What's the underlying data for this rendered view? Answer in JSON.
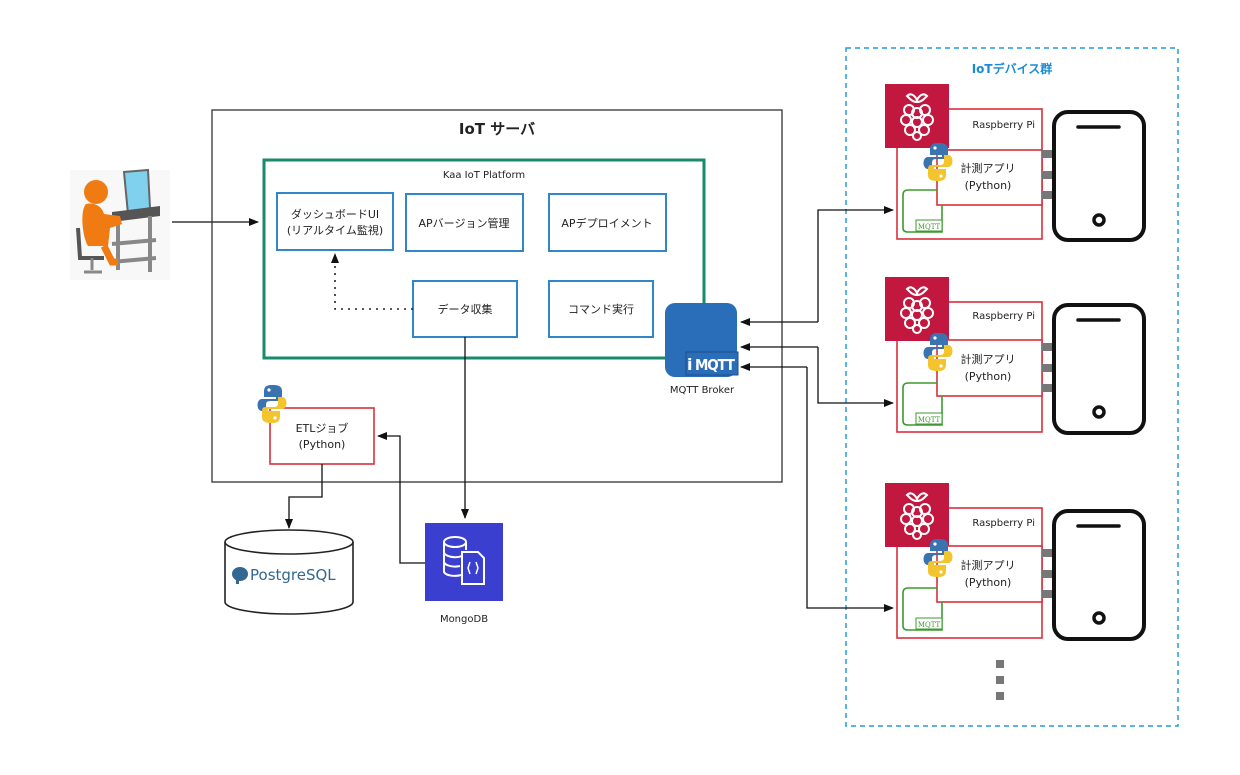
{
  "server": {
    "title": "IoT サーバ",
    "platform": {
      "title": "Kaa IoT Platform",
      "modules": [
        {
          "line1": "ダッシュボードUI",
          "line2": "(リアルタイム監視)"
        },
        {
          "line1": "APバージョン管理",
          "line2": ""
        },
        {
          "line1": "APデプロイメント",
          "line2": ""
        },
        {
          "line1": "データ収集",
          "line2": ""
        },
        {
          "line1": "コマンド実行",
          "line2": ""
        }
      ]
    },
    "broker": {
      "logo_text": "MQTT",
      "logo_prefix": "i",
      "label": "MQTT Broker"
    },
    "etl": {
      "line1": "ETLジョブ",
      "line2": "(Python)"
    }
  },
  "storage": {
    "postgres": {
      "label": "PostgreSQL"
    },
    "mongodb": {
      "label": "MongoDB"
    }
  },
  "devices": {
    "group_title": "IoTデバイス群",
    "units": [
      {
        "board": "Raspberry Pi",
        "app_line1": "計測アプリ",
        "app_line2": "(Python)",
        "protocol": "MQTT"
      },
      {
        "board": "Raspberry Pi",
        "app_line1": "計測アプリ",
        "app_line2": "(Python)",
        "protocol": "MQTT"
      },
      {
        "board": "Raspberry Pi",
        "app_line1": "計測アプリ",
        "app_line2": "(Python)",
        "protocol": "MQTT"
      }
    ]
  },
  "colors": {
    "platform_border": "#1a8a6e",
    "module_border": "#2f86c8",
    "broker_fill": "#2a6db8",
    "pi_red": "#c2173f",
    "device_border": "#d8303c",
    "mqtt_green": "#3c9a2e",
    "mongo_fill": "#3b3fd0",
    "group_dash": "#2a9ad6"
  }
}
